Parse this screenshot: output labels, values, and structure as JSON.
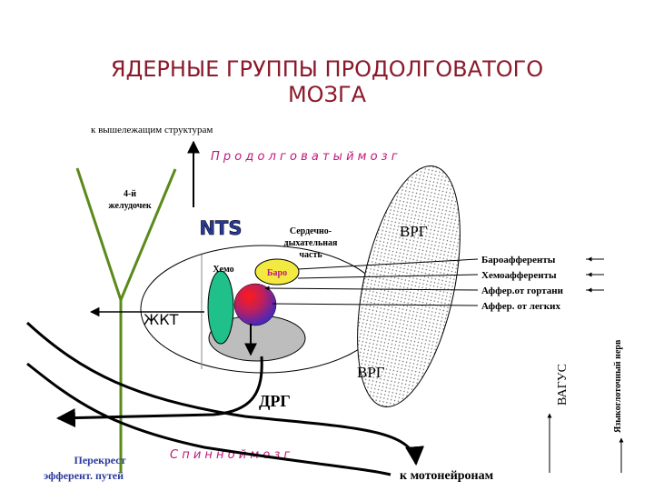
{
  "title_line1": "ЯДЕРНЫЕ   ГРУППЫ  ПРОДОЛГОВАТОГО",
  "title_line2": "МОЗГА",
  "to_higher": "к вышележащим  структурам",
  "medulla": "П р о д о л г о в а т ы й     м о з г",
  "ventricle_line1": "4-й",
  "ventricle_line2": "желудочек",
  "nts": "NTS",
  "cardio_line1": "Сердечно-",
  "cardio_line2": "дыхательная",
  "cardio_line3": "часть",
  "vrg_top": "ВРГ",
  "vrg_bottom": "ВРГ",
  "chemo": "Хемо",
  "baro": "Баро",
  "zhkt": "ЖКТ",
  "drg": "ДРГ",
  "afferents": [
    "Бароафференты",
    "Хемоафференты",
    "Аффер.от гортани",
    "Аффер. от легких"
  ],
  "vagus": "ВАГУС",
  "glossopharyngeal": "Языкоглоточный нерв",
  "spinal": "С п и н н о й     м о з г",
  "crossing_line1": "Перекрест",
  "crossing_line2": "эфферент. путей",
  "motoneurons": "к мотонейронам",
  "colors": {
    "title": "#8b1a2b",
    "section": "#c0187a",
    "blue_label": "#2a3a9c",
    "ventricle": "#5a8a1a",
    "chemo_fill": "#1fc08a",
    "baro_fill": "#f2ea40",
    "gray_fill": "#bdbdbd"
  }
}
